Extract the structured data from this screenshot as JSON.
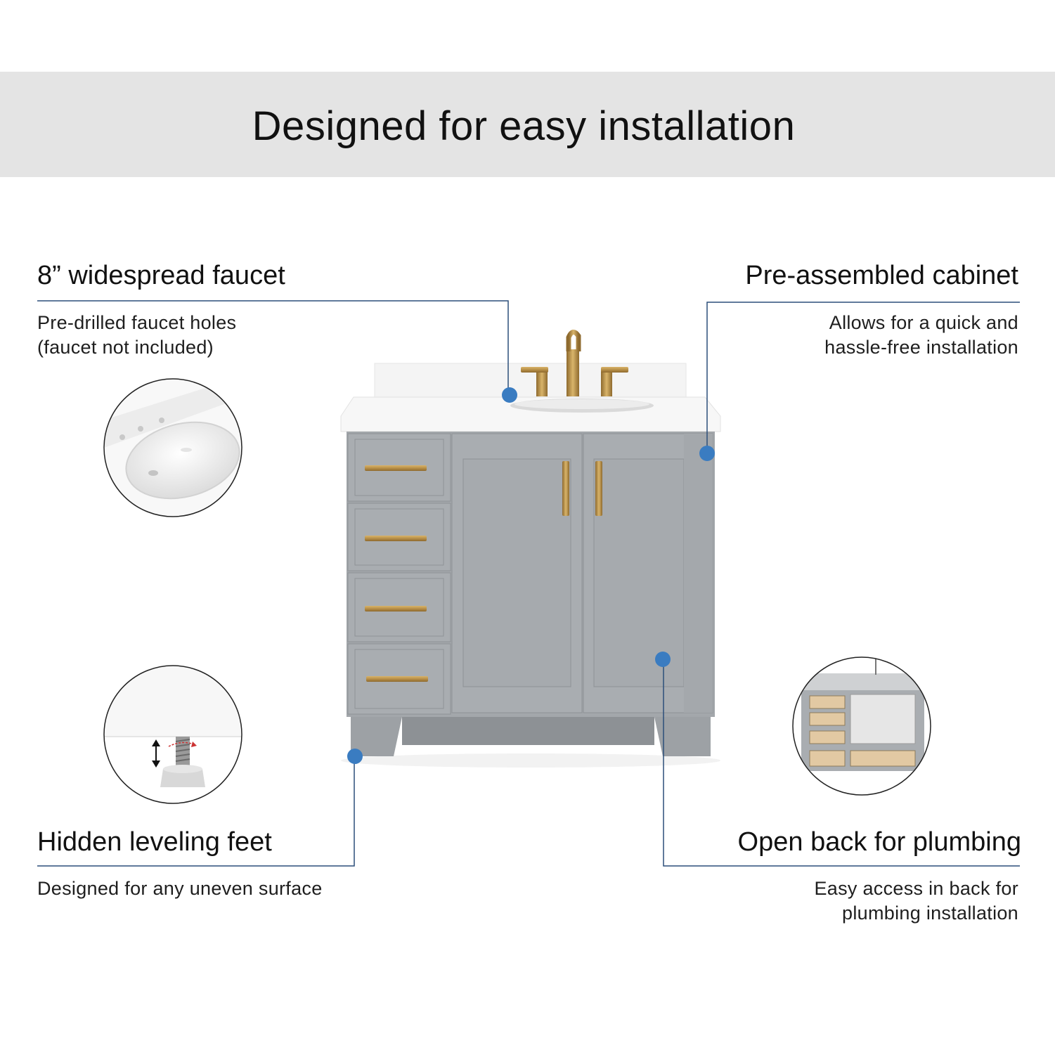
{
  "banner": {
    "title": "Designed for easy installation"
  },
  "features": {
    "faucet": {
      "title": "8” widespread faucet",
      "desc": [
        "Pre-drilled faucet holes",
        "(faucet not included)"
      ]
    },
    "cabinet": {
      "title": "Pre-assembled cabinet",
      "desc": [
        "Allows for  a quick and",
        "hassle-free installation"
      ]
    },
    "feet": {
      "title": "Hidden leveling feet",
      "desc": [
        "Designed for any uneven surface"
      ]
    },
    "plumbing": {
      "title": "Open back for plumbing",
      "desc": [
        "Easy access in back for",
        "plumbing installation"
      ]
    }
  },
  "colors": {
    "banner_bg": "#e4e4e4",
    "callout_dot": "#3a7cc1",
    "callout_line": "#2c4f7a",
    "cabinet_gray": "#a3a7ab",
    "hardware_gold": "#b88f48",
    "countertop": "#f6f6f6"
  },
  "icons": {
    "detail_faucet_holes": "sink-faucet-holes-detail-icon",
    "detail_leveling_foot": "leveling-foot-detail-icon",
    "detail_open_back": "open-back-cabinet-detail-icon"
  }
}
